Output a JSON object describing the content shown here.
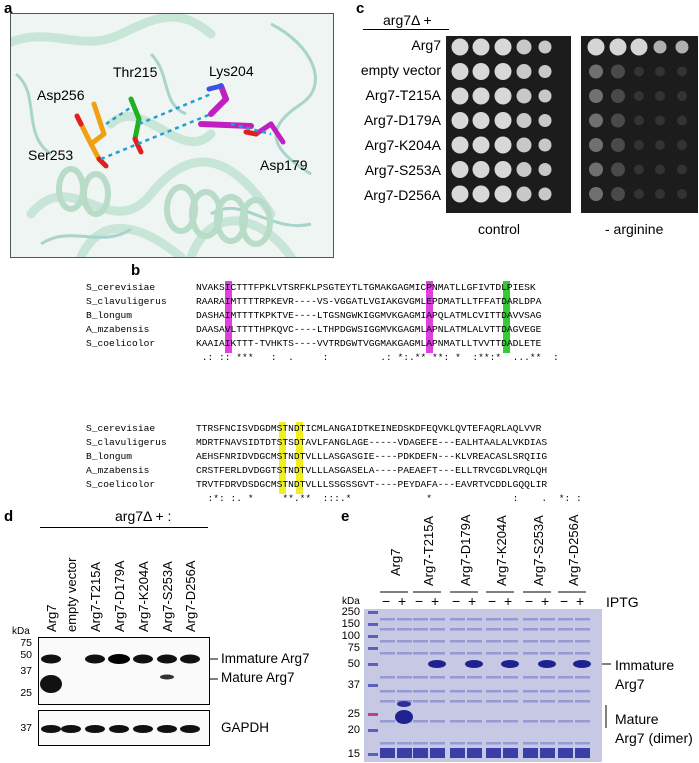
{
  "panels": {
    "a": "a",
    "b": "b",
    "c": "c",
    "d": "d",
    "e": "e"
  },
  "panel_a": {
    "residues": [
      "Thr215",
      "Lys204",
      "Asp256",
      "Ser253",
      "Asp179"
    ]
  },
  "panel_c": {
    "header": "arg7Δ +",
    "rows": [
      "Arg7",
      "empty vector",
      "Arg7-T215A",
      "Arg7-D179A",
      "Arg7-K204A",
      "Arg7-S253A",
      "Arg7-D256A"
    ],
    "conditions": [
      "control",
      "- arginine"
    ]
  },
  "panel_b": {
    "block1": [
      {
        "name": "S_cerevisiae",
        "seq": "NVAKSICTTTFPKLVTSRFKLPSGTEYTLTGMAKGAGMICPNMATLLGFIVTDLPIESK"
      },
      {
        "name": "S_clavuligerus",
        "seq": "RAARAIMTTTTRPKEVR----VS-VGGATLVGIAKGVGMLEPDMATLLTFFATDARLDPA"
      },
      {
        "name": "B_longum",
        "seq": "DASHAIMTTTTKPKTVE----LTGSNGWKIGGMVKGAGMIAPQLATMLCVITTDAVVSAG"
      },
      {
        "name": "A_mzabensis",
        "seq": "DAASAVLTTTTHPKQVC----LTHPDGWSIGGMVKGAGMLAPNLATMLALVTTDAGVEGE"
      },
      {
        "name": "S_coelicolor",
        "seq": "KAAIAIKTTT-TVHKTS----VVTRDGWTVGGMAKGAGMLAPNMATLLTVVTTDADLETE"
      },
      {
        "name": "",
        "seq": " .: :: ***   :  .     :         .: *:.** **: *  :**:*  ...**  :"
      }
    ],
    "block2": [
      {
        "name": "S_cerevisiae",
        "seq": "TTRSFNCISVDGDMSTNDTICMLANGAIDTKEINEDSKDFEQVKLQVTEFAQRLAQLVVR"
      },
      {
        "name": "S_clavuligerus",
        "seq": "MDRTFNAVSIDTDTSTSDTAVLFANGLAGE-----VDAGEFE---EALHTAALALVKDIAS"
      },
      {
        "name": "B_longum",
        "seq": "AEHSFNRIDVDGCMSTNDTVLLLASGASGIE----PDKDEFN---KLVREACASLSRQIIG"
      },
      {
        "name": "A_mzabensis",
        "seq": "CRSTFERLDVDGGTSTNDTVLLLASGASELA----PAEAEFT---ELLTRVCGDLVRQLQH"
      },
      {
        "name": "S_coelicolor",
        "seq": "TRVTFDRVDSDGCMSTNDTVLLLSSGSSGVT----PEYDAFA---EAVRTVCDDLGQQLIR"
      },
      {
        "name": "",
        "seq": "  :*: :. *     **.**  :::.*             *              :    .  *: :"
      }
    ]
  },
  "panel_d": {
    "header": "arg7Δ + :",
    "lanes": [
      "Arg7",
      "empty vector",
      "Arg7-T215A",
      "Arg7-D179A",
      "Arg7-K204A",
      "Arg7-S253A",
      "Arg7-D256A"
    ],
    "kda_title": "kDa",
    "markers_top": [
      "75",
      "50",
      "37",
      "25"
    ],
    "markers_bottom": [
      "37"
    ],
    "band_labels": [
      "Immature Arg7",
      "Mature Arg7",
      "GAPDH"
    ]
  },
  "panel_e": {
    "lanes": [
      "Arg7",
      "Arg7-T215A",
      "Arg7-D179A",
      "Arg7-K204A",
      "Arg7-S253A",
      "Arg7-D256A"
    ],
    "signs": [
      "−",
      "+"
    ],
    "iptg": "IPTG",
    "kda_title": "kDa",
    "markers": [
      "250",
      "150",
      "100",
      "75",
      "50",
      "37",
      "25",
      "20",
      "15"
    ],
    "band_labels": [
      "Immature\nArg7",
      "Mature\nArg7 (dimer)"
    ]
  },
  "colors": {
    "magenta": "#e040e0",
    "green": "#33cc33",
    "yellow": "#f0f020",
    "structure_bg": "#e8f2ee"
  }
}
